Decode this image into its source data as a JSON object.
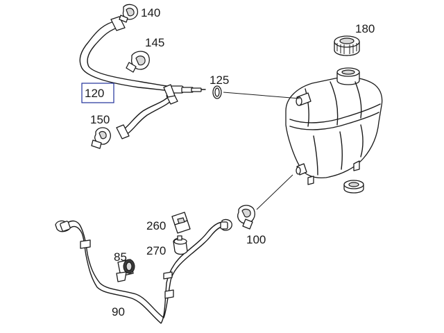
{
  "diagram": {
    "callouts": {
      "c140": "140",
      "c145": "145",
      "c180": "180",
      "c125": "125",
      "c120": "120",
      "c150": "150",
      "c260": "260",
      "c270": "270",
      "c85": "85",
      "c100": "100",
      "c90": "90"
    },
    "highlighted_callout": "120",
    "colors": {
      "line": "#1a1a1a",
      "highlight_box": "#1f2f9a",
      "background": "#ffffff"
    }
  }
}
